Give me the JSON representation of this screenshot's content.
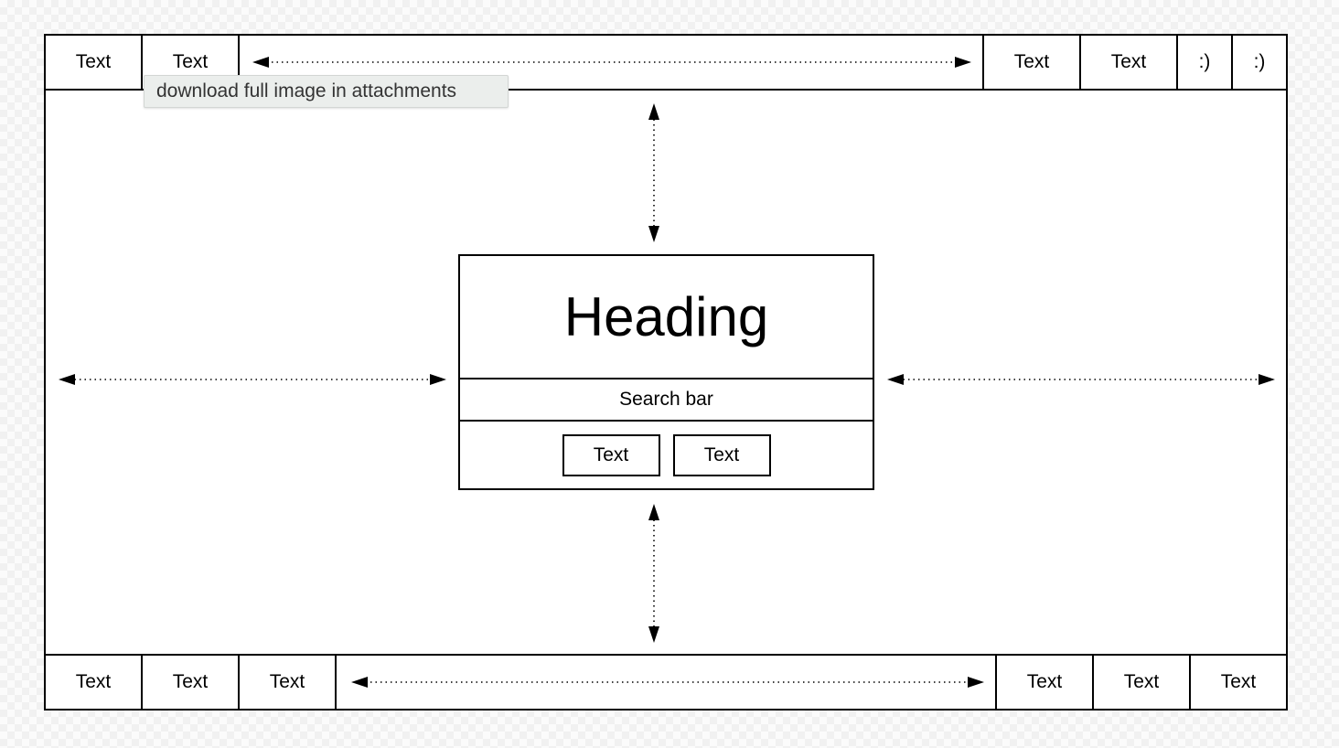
{
  "top_bar": {
    "left_items": [
      "Text",
      "Text"
    ],
    "right_items": [
      "Text",
      "Text"
    ],
    "icon_items": [
      ":)",
      ":)"
    ]
  },
  "tooltip": "download full image in attachments",
  "card": {
    "heading": "Heading",
    "search_label": "Search bar",
    "buttons": [
      "Text",
      "Text"
    ]
  },
  "bottom_bar": {
    "left_items": [
      "Text",
      "Text",
      "Text"
    ],
    "right_items": [
      "Text",
      "Text",
      "Text"
    ]
  }
}
